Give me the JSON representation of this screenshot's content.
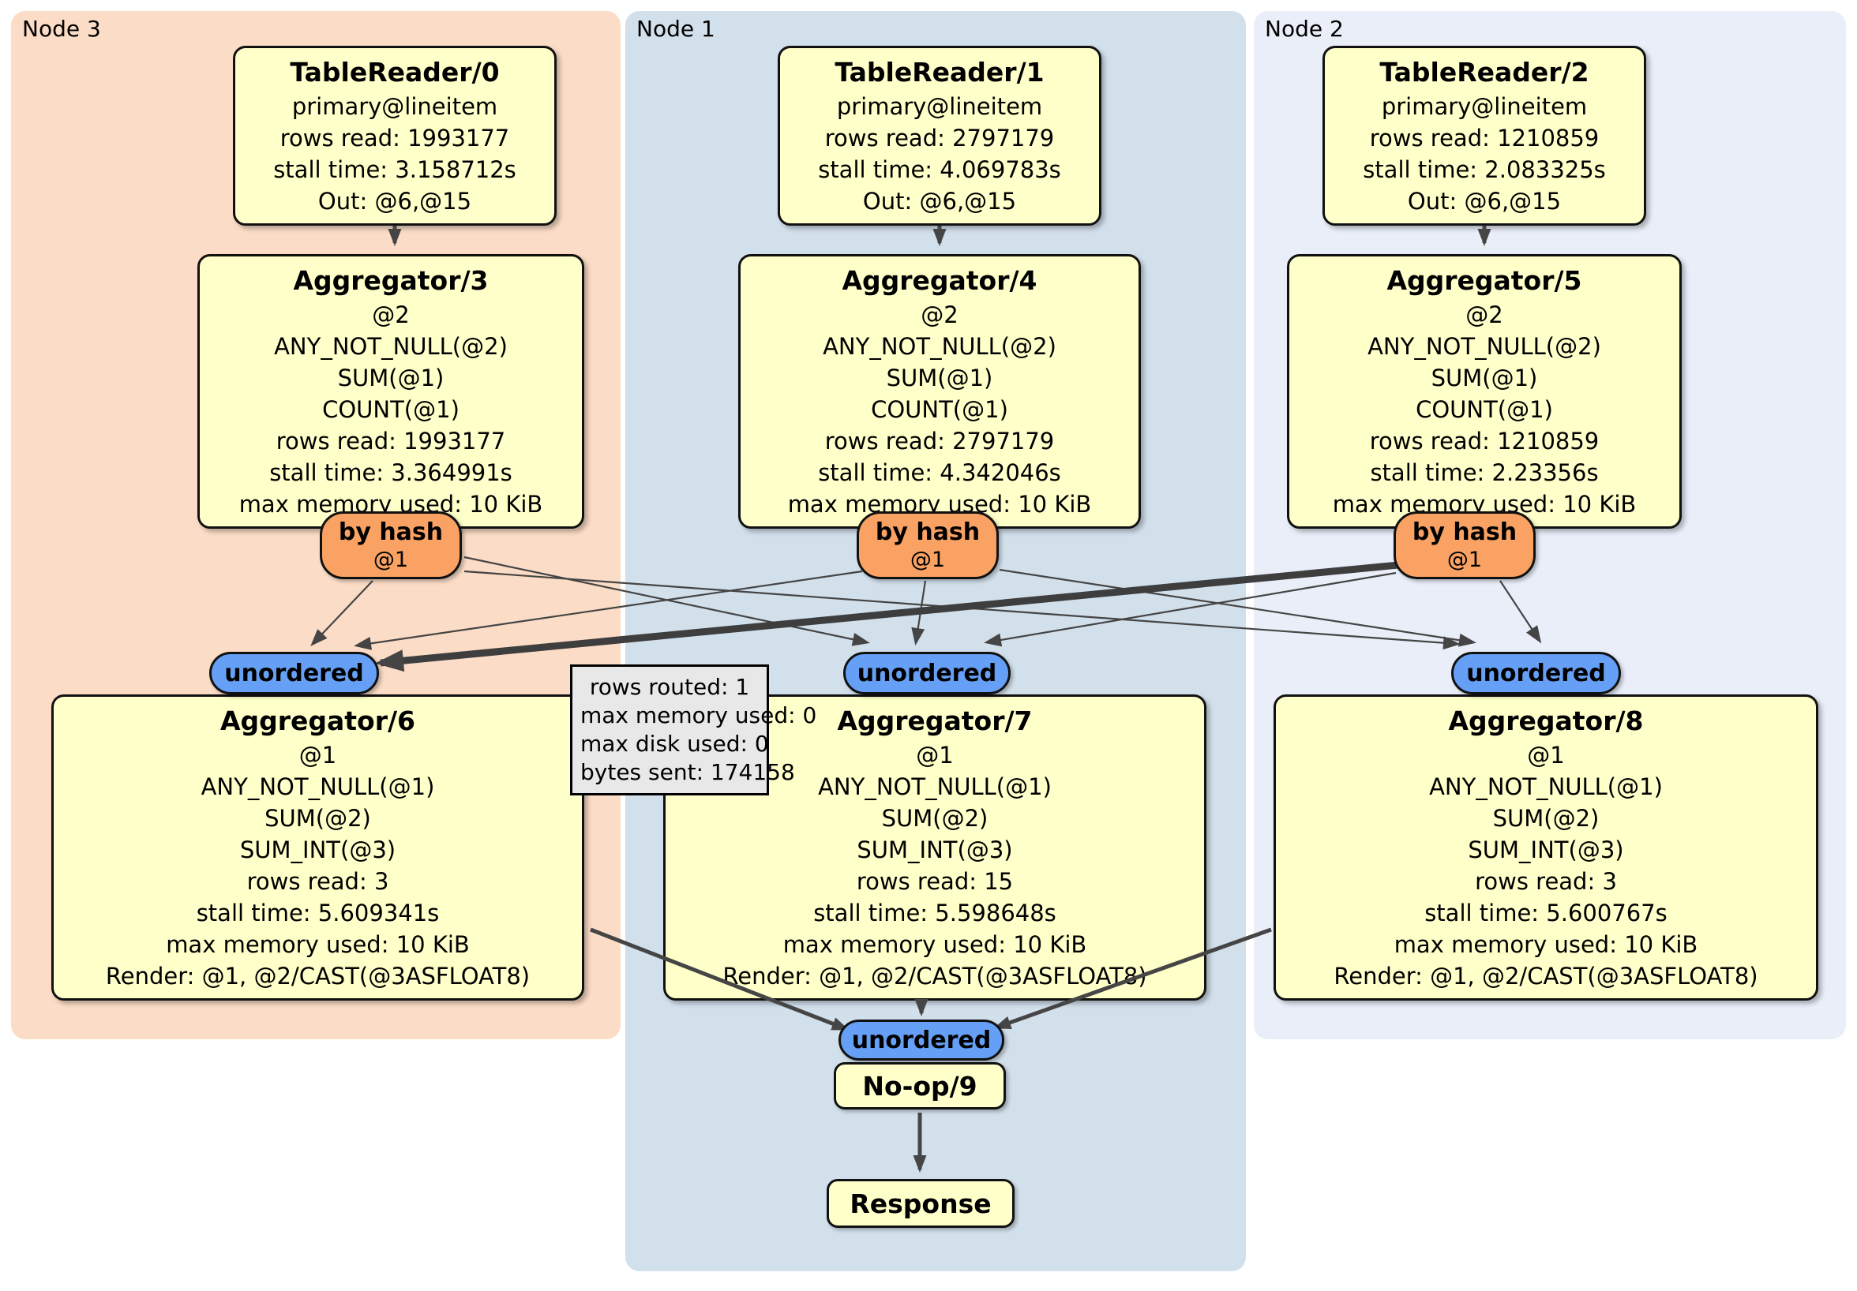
{
  "panels": [
    {
      "label": "Node 3"
    },
    {
      "label": "Node 1"
    },
    {
      "label": "Node 2"
    }
  ],
  "table_readers": [
    {
      "title": "TableReader/0",
      "rows": [
        "primary@lineitem",
        "rows read: 1993177",
        "stall time: 3.158712s",
        "Out: @6,@15"
      ]
    },
    {
      "title": "TableReader/1",
      "rows": [
        "primary@lineitem",
        "rows read: 2797179",
        "stall time: 4.069783s",
        "Out: @6,@15"
      ]
    },
    {
      "title": "TableReader/2",
      "rows": [
        "primary@lineitem",
        "rows read: 1210859",
        "stall time: 2.083325s",
        "Out: @6,@15"
      ]
    }
  ],
  "aggregators_top": [
    {
      "title": "Aggregator/3",
      "rows": [
        "@2",
        "ANY_NOT_NULL(@2)",
        "SUM(@1)",
        "COUNT(@1)",
        "rows read: 1993177",
        "stall time: 3.364991s",
        "max memory used: 10 KiB"
      ]
    },
    {
      "title": "Aggregator/4",
      "rows": [
        "@2",
        "ANY_NOT_NULL(@2)",
        "SUM(@1)",
        "COUNT(@1)",
        "rows read: 2797179",
        "stall time: 4.342046s",
        "max memory used: 10 KiB"
      ]
    },
    {
      "title": "Aggregator/5",
      "rows": [
        "@2",
        "ANY_NOT_NULL(@2)",
        "SUM(@1)",
        "COUNT(@1)",
        "rows read: 1210859",
        "stall time: 2.23356s",
        "max memory used: 10 KiB"
      ]
    }
  ],
  "routers": [
    {
      "title": "by hash",
      "key": "@1"
    },
    {
      "title": "by hash",
      "key": "@1"
    },
    {
      "title": "by hash",
      "key": "@1"
    }
  ],
  "syncs": [
    {
      "label": "unordered"
    },
    {
      "label": "unordered"
    },
    {
      "label": "unordered"
    }
  ],
  "aggregators_bottom": [
    {
      "title": "Aggregator/6",
      "rows": [
        "@1",
        "ANY_NOT_NULL(@1)",
        "SUM(@2)",
        "SUM_INT(@3)",
        "rows read: 3",
        "stall time: 5.609341s",
        "max memory used: 10 KiB",
        "Render: @1, @2/CAST(@3ASFLOAT8)"
      ]
    },
    {
      "title": "Aggregator/7",
      "rows": [
        "@1",
        "ANY_NOT_NULL(@1)",
        "SUM(@2)",
        "SUM_INT(@3)",
        "rows read: 15",
        "stall time: 5.598648s",
        "max memory used: 10 KiB",
        "Render: @1, @2/CAST(@3ASFLOAT8)"
      ]
    },
    {
      "title": "Aggregator/8",
      "rows": [
        "@1",
        "ANY_NOT_NULL(@1)",
        "SUM(@2)",
        "SUM_INT(@3)",
        "rows read: 3",
        "stall time: 5.600767s",
        "max memory used: 10 KiB",
        "Render: @1, @2/CAST(@3ASFLOAT8)"
      ]
    }
  ],
  "tooltip": {
    "rows": [
      "rows routed: 1",
      "max memory used: 0",
      "max disk used: 0",
      "bytes sent: 174158"
    ]
  },
  "final": {
    "sync_label": "unordered",
    "noop_title": "No-op/9",
    "response_title": "Response"
  },
  "colors": {
    "panel_node3": "#fbdcc6",
    "panel_node1": "#d2e0ec",
    "panel_node2": "#e9eef9",
    "node_fill": "#ffffca",
    "router_fill": "#f9a263",
    "sync_fill": "#66a0f6",
    "tooltip_fill": "#e8e8e8",
    "edge": "#454545"
  }
}
